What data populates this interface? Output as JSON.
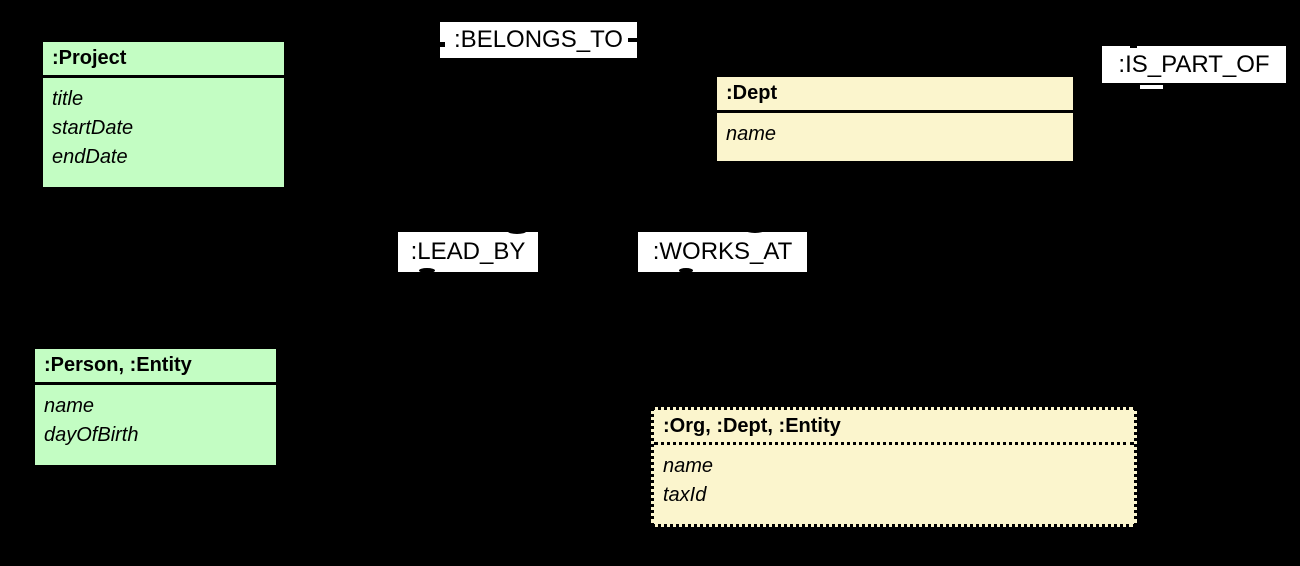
{
  "diagram": {
    "background_color": "#000000",
    "green_node_fill": "#c3fdc3",
    "yellow_node_fill": "#fbf5cd",
    "node_border_color": "#000000",
    "edge_label_background": "#ffffff",
    "edge_label_text_color": "#000000"
  },
  "nodes": [
    {
      "title": ":Project",
      "attributes": [
        "title",
        "startDate",
        "endDate"
      ]
    },
    {
      "title": ":Dept",
      "attributes": [
        "name"
      ]
    },
    {
      "title": ":Person, :Entity",
      "attributes": [
        "name",
        "dayOfBirth"
      ]
    },
    {
      "title": ":Org, :Dept, :Entity",
      "attributes": [
        "name",
        "taxId"
      ]
    }
  ],
  "relationships": [
    {
      "label": ":BELONGS_TO"
    },
    {
      "label": ":IS_PART_OF"
    },
    {
      "label": ":LEAD_BY"
    },
    {
      "label": ":WORKS_AT"
    }
  ]
}
